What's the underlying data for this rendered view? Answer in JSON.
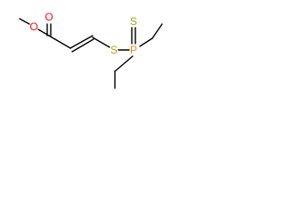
{
  "molecule": {
    "atoms": {
      "ether_oxygen": "O",
      "carbonyl_oxygen": "O",
      "thioether_sulfur": "S",
      "phosphorus": "P",
      "thione_sulfur": "S"
    }
  },
  "colors": {
    "oxygen": "#ff0d0d",
    "sulfur": "#b8a000",
    "phosphorus": "#ff8000",
    "bond": "#000000",
    "background": "#ffffff"
  }
}
